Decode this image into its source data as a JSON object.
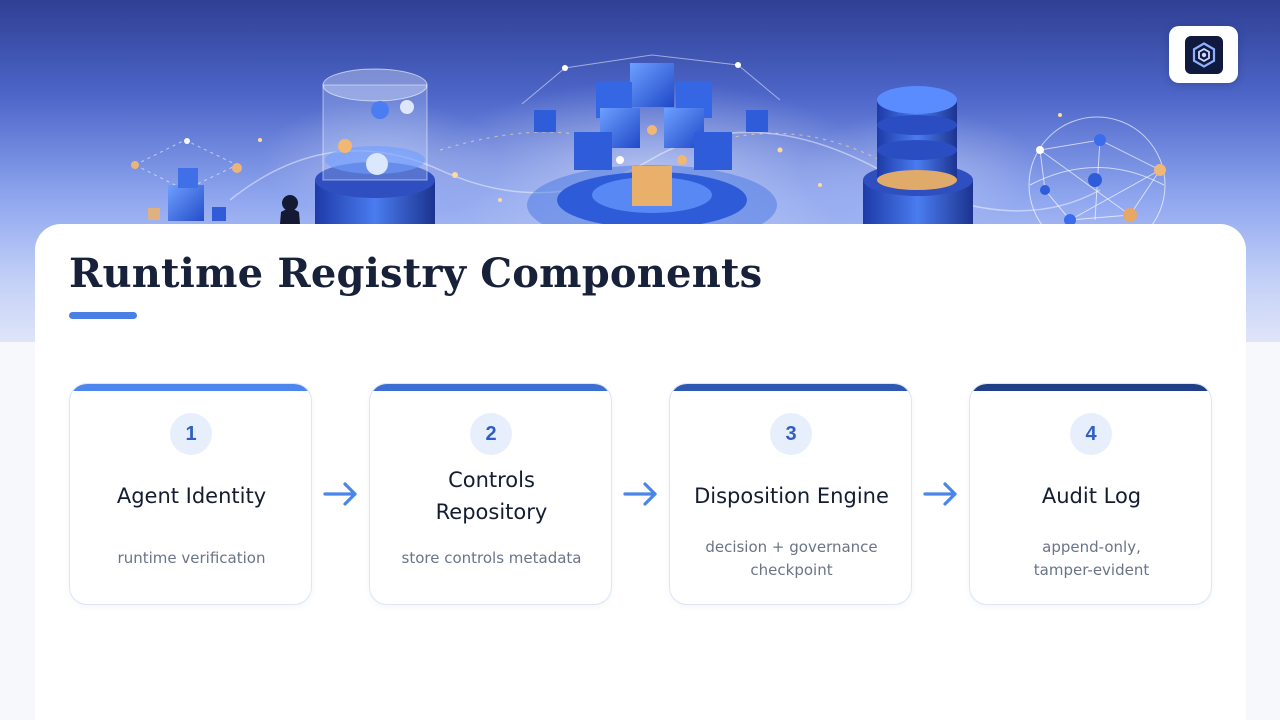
{
  "slide": {
    "title": "Runtime Registry Components"
  },
  "colors": {
    "accent": "#4a7fe6",
    "step_bars": [
      "#4d86ec",
      "#3d6fd3",
      "#2f58b3",
      "#1f3f86"
    ],
    "arrow": "#4a86ea"
  },
  "logo": {
    "icon": "hexagon-logo-icon"
  },
  "steps": [
    {
      "number": "1",
      "name_lines": [
        "Agent Identity"
      ],
      "desc_lines": [
        "runtime verification"
      ]
    },
    {
      "number": "2",
      "name_lines": [
        "Controls",
        "Repository"
      ],
      "desc_lines": [
        "store controls metadata"
      ]
    },
    {
      "number": "3",
      "name_lines": [
        "Disposition Engine"
      ],
      "desc_lines": [
        "decision + governance",
        "checkpoint"
      ]
    },
    {
      "number": "4",
      "name_lines": [
        "Audit Log"
      ],
      "desc_lines": [
        "append-only,",
        "tamper-evident"
      ]
    }
  ]
}
